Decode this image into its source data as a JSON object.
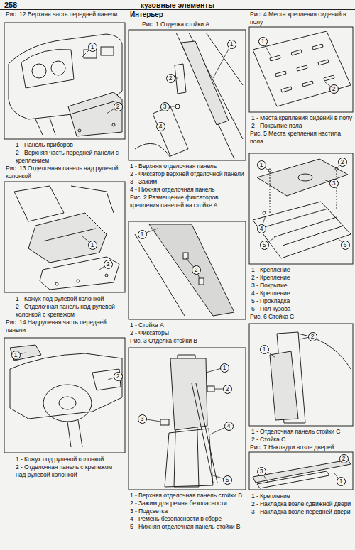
{
  "diagram": {
    "title": "кузовные элементы",
    "nodes": [
      {
        "text": [
          "1"
        ]
      },
      {
        "text": [
          "2"
        ]
      },
      {
        "text": [
          "1"
        ]
      },
      {
        "text": [
          "2"
        ]
      },
      {
        "text": [
          "1"
        ]
      },
      {
        "text": [
          "2"
        ]
      },
      {
        "text": [
          "1"
        ]
      },
      {
        "text": [
          "2"
        ]
      },
      {
        "text": [
          "3"
        ]
      },
      {
        "text": [
          "4"
        ]
      },
      {
        "text": [
          "1"
        ]
      },
      {
        "text": [
          "2"
        ]
      },
      {
        "text": [
          "1"
        ]
      },
      {
        "text": [
          "2"
        ]
      },
      {
        "text": [
          "3"
        ]
      },
      {
        "text": [
          "4"
        ]
      },
      {
        "text": [
          "5"
        ]
      },
      {
        "text": [
          "1"
        ]
      },
      {
        "text": [
          "2"
        ]
      },
      {
        "text": [
          "1"
        ]
      },
      {
        "text": [
          "2"
        ]
      },
      {
        "text": [
          "3"
        ]
      },
      {
        "text": [
          "4"
        ]
      },
      {
        "text": [
          "5"
        ]
      },
      {
        "text": [
          "6"
        ]
      },
      {
        "text": [
          "1"
        ]
      },
      {
        "text": [
          "2"
        ]
      },
      {
        "text": [
          "1"
        ]
      },
      {
        "text": [
          "2"
        ]
      },
      {
        "text": [
          "3"
        ]
      }
    ],
    "labels": [
      "258",
      "Рис. 12 Верхняя часть передней панели",
      "1 - Панель приборов",
      "2 - Верхняя часть передней панели с креплением",
      "Рис. 13 Отделочная панель над рулевой колонкой",
      "1 - Кожух под рулевой колонкой",
      "2 - Отделочная панель над рулевой колонкой с крепежом",
      "Рис. 14 Надрулевая часть передней панели",
      "1 - Кожух под рулевой колонкой",
      "2 - Отделочная панель с крепежом над рулевой колонкой",
      "Интерьер",
      "Рис. 1 Отделка стойки А",
      "1 - Верхняя отделочная панель",
      "2 - Фиксатор верхней отделочной панели",
      "3 - Зажим",
      "4 - Нижняя отделочная панель",
      "Рис. 2 Размещение фиксаторов крепления панелей на стойке А",
      "1 - Стойка А",
      "2 - Фиксаторы",
      "Рис. 3 Отделка стойки В",
      "1 - Верхняя отделочная панель стойки В",
      "2 - Зажим для ремня безопасности",
      "3 - Подсветка",
      "4 - Ремень безопасности в сборе",
      "5 - Нижняя отделочная панель стойки В",
      "Рис. 4 Места крепления сидений в полу",
      "1 - Места крепления сидений в полу",
      "2 - Покрытие пола",
      "Рис. 5 Места крепления настила пола",
      "1 - Крепление",
      "2 - Крепление",
      "3 - Покрытие",
      "4 - Крепление",
      "5 - Прокладка",
      "6 - Пол кузова",
      "Рис. 6 Стойка С",
      "1 - Отделочная панель стойки С",
      "2 - Стойка С",
      "Рис. 7 Накладки возле дверей",
      "1 - Крепление",
      "2 - Накладка возле сдвижной двери",
      "3 - Накладка возле передней двери"
    ]
  }
}
